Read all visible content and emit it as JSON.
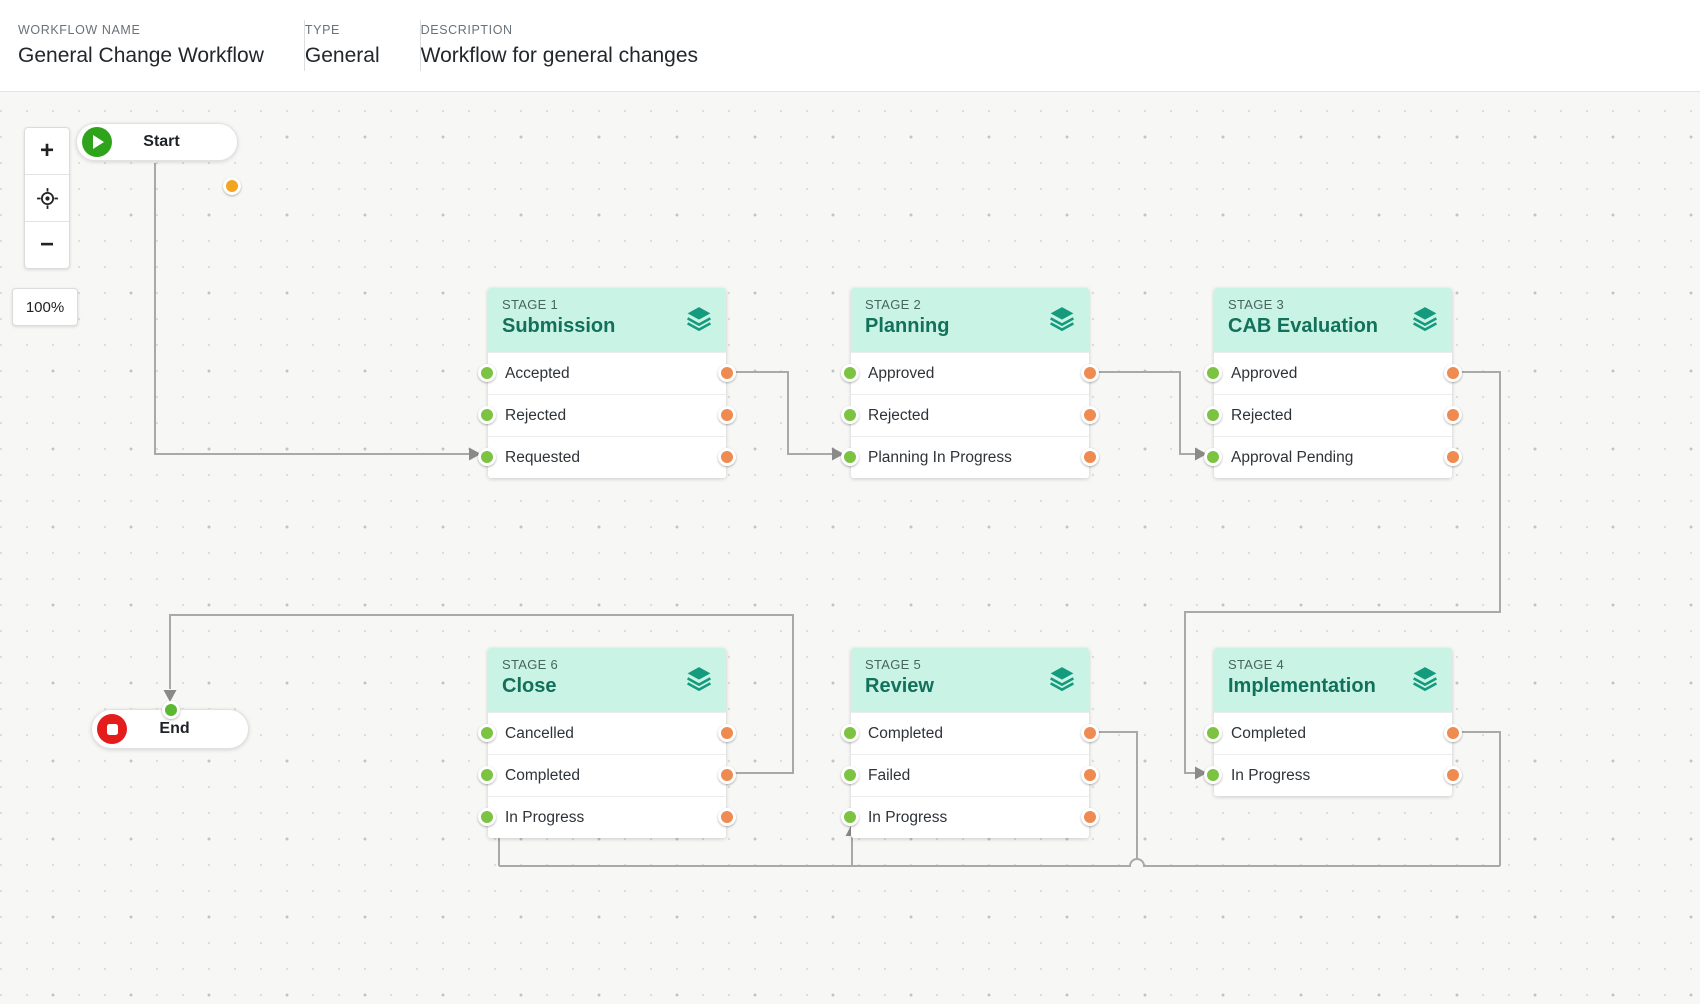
{
  "header": {
    "fields": [
      {
        "label": "WORKFLOW NAME",
        "value": "General Change Workflow"
      },
      {
        "label": "TYPE",
        "value": "General"
      },
      {
        "label": "DESCRIPTION",
        "value": "Workflow for general changes"
      }
    ]
  },
  "toolbar": {
    "zoom_in_label": "+",
    "zoom_out_label": "−",
    "zoom_level": "100%"
  },
  "nodes": {
    "start_label": "Start",
    "end_label": "End"
  },
  "stages": [
    {
      "id": "stage-1",
      "label": "STAGE 1",
      "title": "Submission",
      "statuses": [
        "Accepted",
        "Rejected",
        "Requested"
      ]
    },
    {
      "id": "stage-2",
      "label": "STAGE 2",
      "title": "Planning",
      "statuses": [
        "Approved",
        "Rejected",
        "Planning In Progress"
      ]
    },
    {
      "id": "stage-3",
      "label": "STAGE 3",
      "title": "CAB Evaluation",
      "statuses": [
        "Approved",
        "Rejected",
        "Approval Pending"
      ]
    },
    {
      "id": "stage-6",
      "label": "STAGE 6",
      "title": "Close",
      "statuses": [
        "Cancelled",
        "Completed",
        "In Progress"
      ]
    },
    {
      "id": "stage-5",
      "label": "STAGE 5",
      "title": "Review",
      "statuses": [
        "Completed",
        "Failed",
        "In Progress"
      ]
    },
    {
      "id": "stage-4",
      "label": "STAGE 4",
      "title": "Implementation",
      "statuses": [
        "Completed",
        "In Progress"
      ]
    }
  ],
  "colors": {
    "stage_header_bg": "#c8f3e5",
    "stage_label_text": "#48655d",
    "stage_title_text": "#13705a",
    "layers_icon": "#149a7c",
    "in_port_green": "#7cc342",
    "out_port_orange": "#ef8a50",
    "start_accent_green": "#2fa31c",
    "start_port_amber": "#f2a51f",
    "end_accent_red": "#e51c1c",
    "end_port_green": "#5cb832",
    "wire_gray": "#a9a9a9",
    "arrow_gray": "#8a8a8a"
  }
}
